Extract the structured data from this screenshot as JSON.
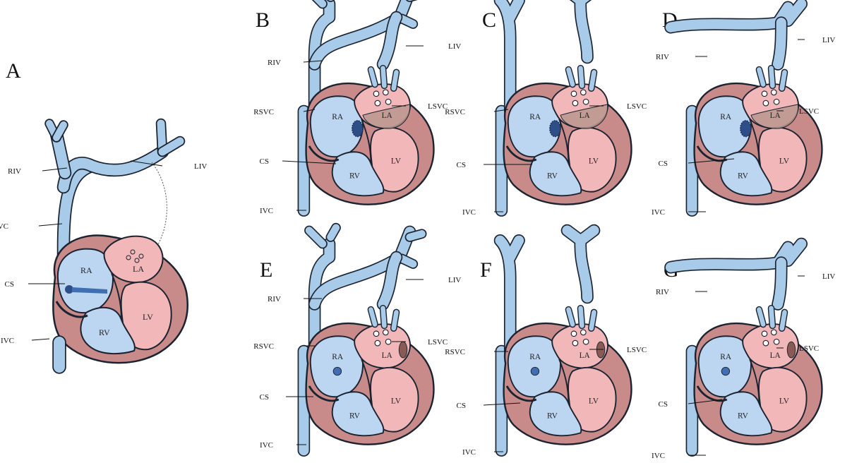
{
  "colors": {
    "vein": "#a9cbea",
    "outline": "#1b2330",
    "heart_outer": "#c98a8a",
    "left_heart": "#f2b7b9",
    "right_heart": "#bcd6f1",
    "cs_dark": "#2e4e87",
    "roof_shade": "#b9968d"
  },
  "panels": [
    {
      "id": "A",
      "letter": "A",
      "lsvc": false,
      "roof": false,
      "cs_type": "bar",
      "labels": {
        "riv": "RIV",
        "liv": "LIV",
        "rsvc": "RSVC",
        "cs": "CS",
        "ivc": "IVC",
        "ra": "RA",
        "la": "LA",
        "rv": "RV",
        "lv": "LV"
      }
    },
    {
      "id": "B",
      "letter": "B",
      "lsvc": true,
      "roof": true,
      "cs_type": "ring",
      "right_style": "full",
      "labels": {
        "riv": "RIV",
        "liv": "LIV",
        "rsvc": "RSVC",
        "lsvc": "LSVC",
        "cs": "CS",
        "ivc": "IVC",
        "ra": "RA",
        "la": "LA",
        "rv": "RV",
        "lv": "LV"
      }
    },
    {
      "id": "C",
      "letter": "C",
      "lsvc": true,
      "roof": true,
      "cs_type": "ring",
      "right_style": "none",
      "labels": {
        "rsvc": "RSVC",
        "lsvc": "LSVC",
        "cs": "CS",
        "ivc": "IVC",
        "ra": "RA",
        "la": "LA",
        "rv": "RV",
        "lv": "LV"
      }
    },
    {
      "id": "D",
      "letter": "D",
      "lsvc": true,
      "roof": true,
      "cs_type": "ring",
      "right_style": "absent",
      "labels": {
        "riv": "RIV",
        "liv": "LIV",
        "lsvc": "LSVC",
        "cs": "CS",
        "ivc": "IVC",
        "ra": "RA",
        "la": "LA",
        "rv": "RV",
        "lv": "LV"
      }
    },
    {
      "id": "E",
      "letter": "E",
      "lsvc": true,
      "roof": false,
      "cs_type": "dot",
      "right_style": "full",
      "labels": {
        "riv": "RIV",
        "liv": "LIV",
        "rsvc": "RSVC",
        "lsvc": "LSVC",
        "cs": "CS",
        "ivc": "IVC",
        "ra": "RA",
        "la": "LA",
        "rv": "RV",
        "lv": "LV"
      }
    },
    {
      "id": "F",
      "letter": "F",
      "lsvc": true,
      "roof": false,
      "cs_type": "dot",
      "right_style": "none",
      "labels": {
        "rsvc": "RSVC",
        "lsvc": "LSVC",
        "cs": "CS",
        "ivc": "IVC",
        "ra": "RA",
        "la": "LA",
        "rv": "RV",
        "lv": "LV"
      }
    },
    {
      "id": "G",
      "letter": "G",
      "lsvc": true,
      "roof": false,
      "cs_type": "dot",
      "right_style": "absent",
      "labels": {
        "riv": "RIV",
        "liv": "LIV",
        "lsvc": "LSVC",
        "cs": "CS",
        "ivc": "IVC",
        "ra": "RA",
        "la": "LA",
        "rv": "RV",
        "lv": "LV"
      }
    }
  ]
}
